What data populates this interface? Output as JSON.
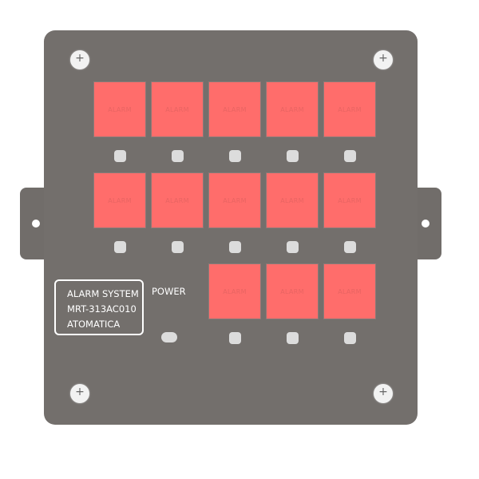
{
  "buttons": [
    {
      "label": "ALARM"
    },
    {
      "label": "ALARM"
    },
    {
      "label": "ALARM"
    },
    {
      "label": "ALARM"
    },
    {
      "label": "ALARM"
    },
    {
      "label": "ALARM"
    },
    {
      "label": "ALARM"
    },
    {
      "label": "ALARM"
    },
    {
      "label": "ALARM"
    },
    {
      "label": "ALARM"
    },
    {
      "label": "ALARM"
    },
    {
      "label": "ALARM"
    },
    {
      "label": "ALARM"
    }
  ],
  "nameplate": {
    "line1": "ALARM SYSTEM",
    "line2": "MRT-313AC010",
    "line3": "ATOMATICA"
  },
  "power_label": "POWER",
  "colors": {
    "panel": "#736f6c",
    "alarm": "#ff6d6b",
    "led": "#dcdcdc"
  }
}
